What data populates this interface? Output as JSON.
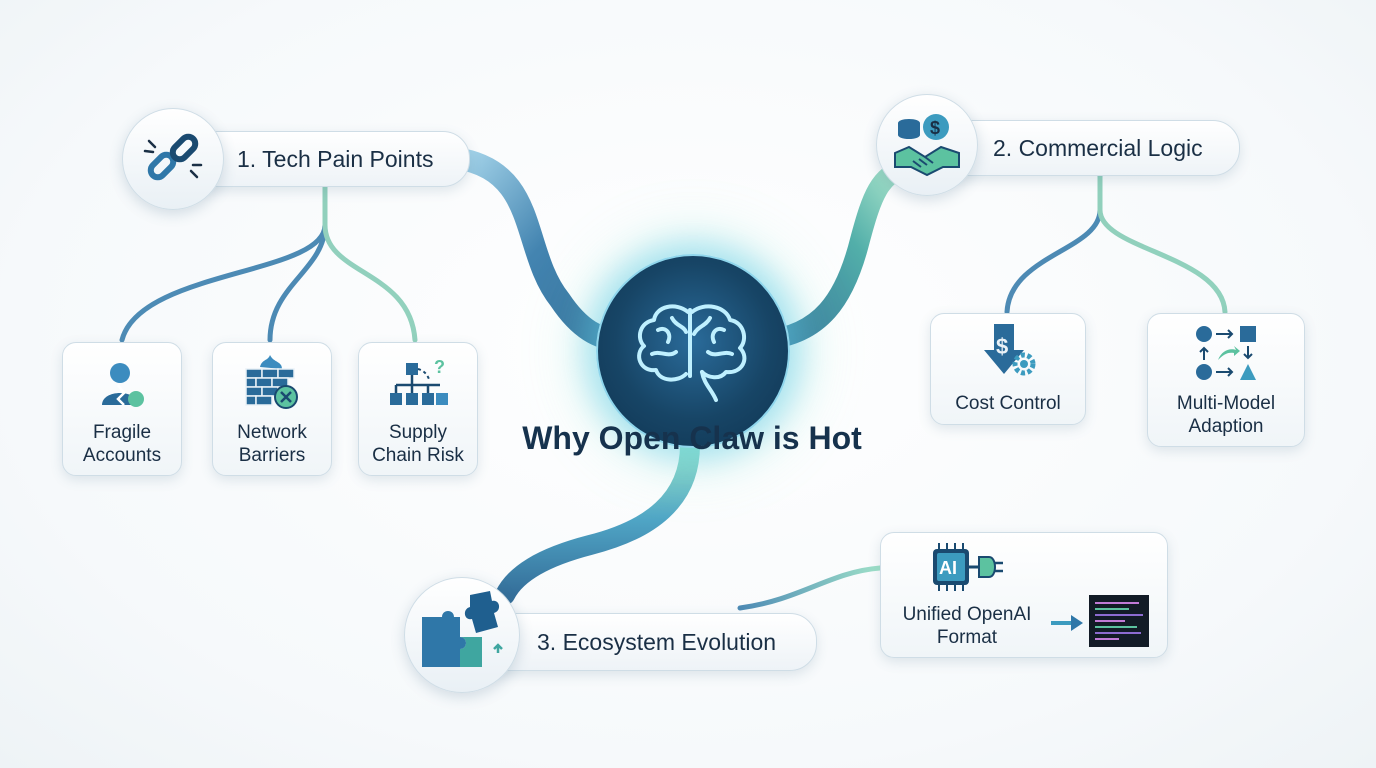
{
  "hub": {
    "title": "Why Open Claw is Hot",
    "icon": "brain-icon"
  },
  "branches": {
    "tech": {
      "title": "1. Tech Pain Points",
      "icon": "broken-link-icon",
      "items": [
        {
          "label": "Fragile\nAccounts",
          "icon": "user-broken-icon"
        },
        {
          "label": "Network\nBarriers",
          "icon": "firewall-icon"
        },
        {
          "label": "Supply\nChain Risk",
          "icon": "flowchart-question-icon"
        }
      ]
    },
    "commercial": {
      "title": "2. Commercial Logic",
      "icon": "handshake-money-icon",
      "items": [
        {
          "label": "Cost Control",
          "icon": "cost-down-gear-icon"
        },
        {
          "label": "Multi-Model\nAdaption",
          "icon": "shapes-flow-icon"
        }
      ]
    },
    "ecosystem": {
      "title": "3. Ecosystem Evolution",
      "icon": "puzzle-icon",
      "items": [
        {
          "label": "Unified OpenAI\nFormat",
          "icon": "ai-chip-plug-icon",
          "chip_text": "AI"
        }
      ]
    }
  },
  "colors": {
    "blue": "#2f77a8",
    "teal": "#5cc2a0",
    "navy": "#16324d"
  }
}
